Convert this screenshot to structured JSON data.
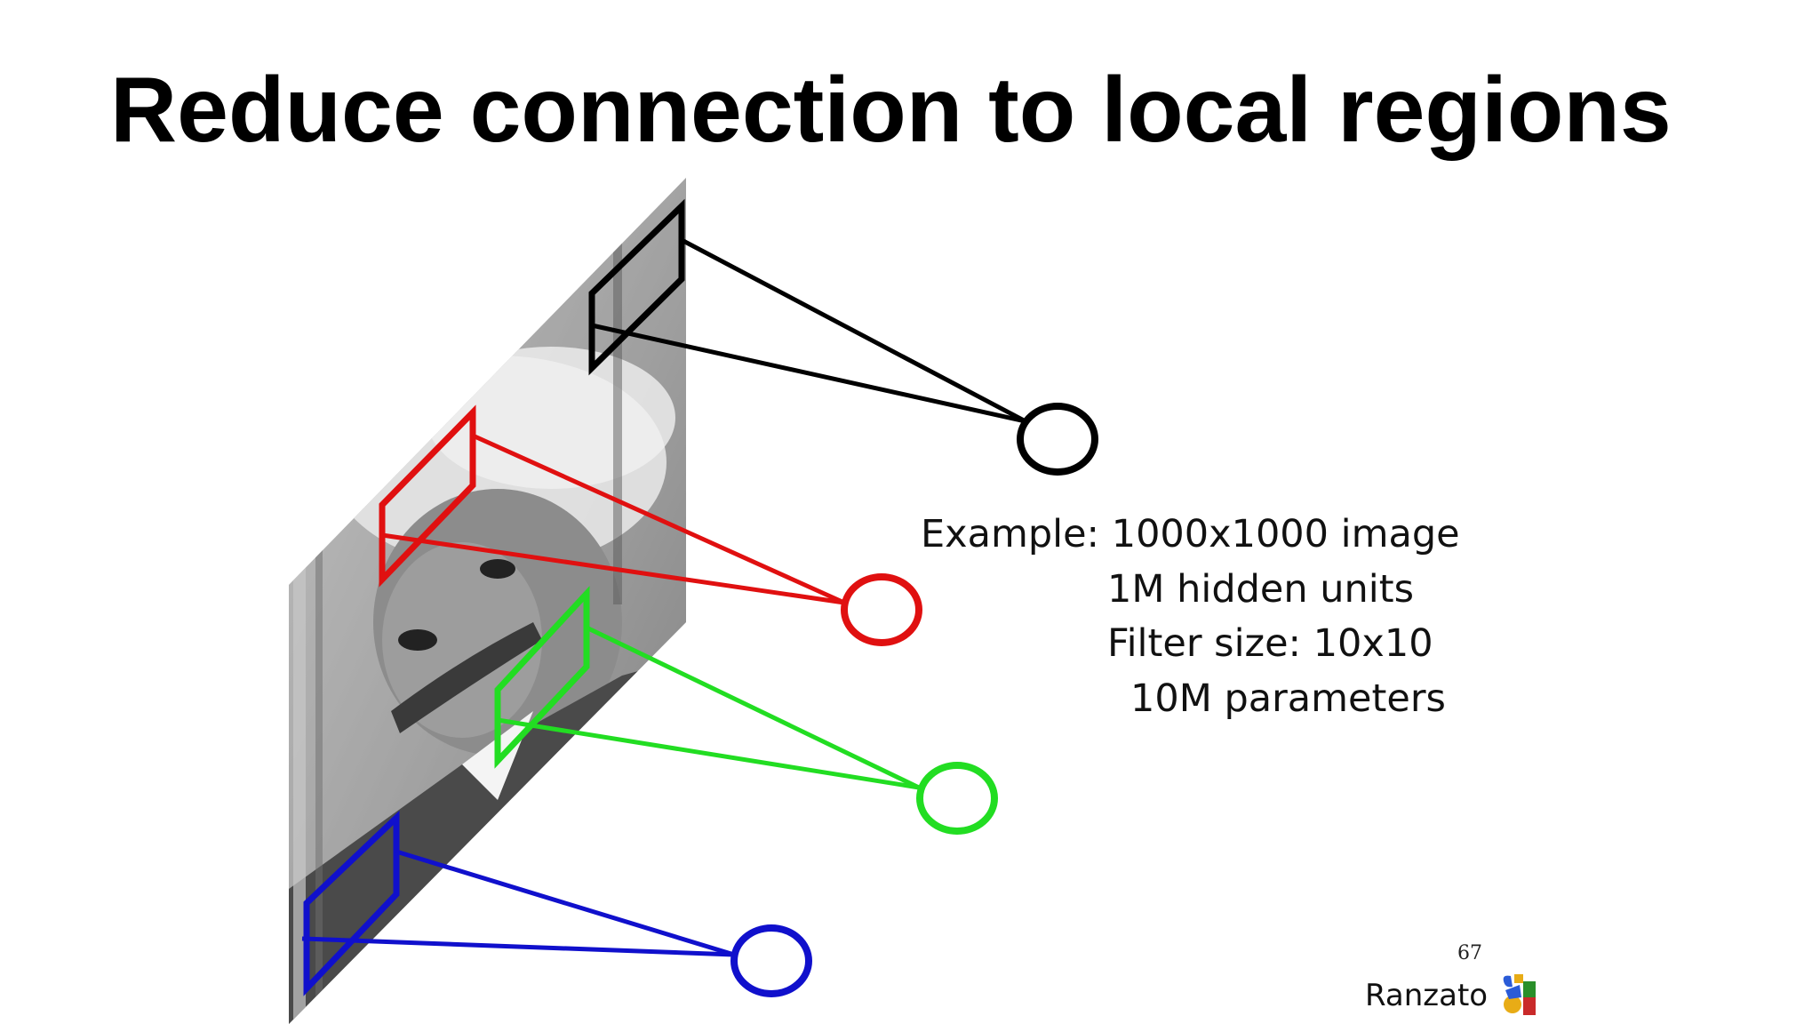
{
  "slide": {
    "title": "Reduce connection to local regions",
    "page_number": "67",
    "author": "Ranzato"
  },
  "example": {
    "line1": "Example: 1000x1000 image",
    "line2": "1M hidden units",
    "line3": "Filter size: 10x10",
    "line4": "10M parameters"
  },
  "diagram": {
    "image_icon": "portrait-photo",
    "receptive_fields": [
      {
        "name": "black",
        "color": "#000000"
      },
      {
        "name": "red",
        "color": "#e01010"
      },
      {
        "name": "green",
        "color": "#22dd22"
      },
      {
        "name": "blue",
        "color": "#1010cc"
      }
    ]
  },
  "logo_icon": "google-logo"
}
